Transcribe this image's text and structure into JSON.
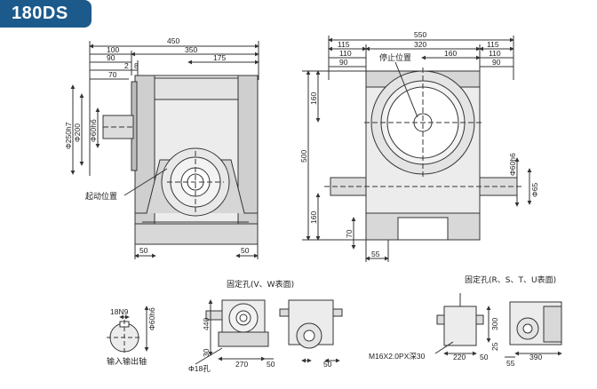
{
  "title": "180DS",
  "colors": {
    "badge": "#1c5a8c",
    "line": "#333333",
    "body_fill": "#ededed",
    "shade_fill": "#cfcfcf"
  },
  "front_view": {
    "top_dims": [
      "450",
      "350",
      "100",
      "175",
      "90",
      "2",
      "8",
      "70"
    ],
    "side_dims": [
      "Φ250h7",
      "Φ200",
      "Φ60h6"
    ],
    "bottom_dims": [
      "50",
      "50"
    ],
    "label_start": "起动位置"
  },
  "side_view": {
    "top_dims": [
      "550",
      "115",
      "320",
      "115",
      "110",
      "160",
      "110",
      "90",
      "90"
    ],
    "label_stop": "停止位置",
    "left_dims": [
      "160",
      "500",
      "160",
      "70"
    ],
    "right_dims": [
      "Φ60h6",
      "Φ65"
    ],
    "bottom_dims": [
      "55"
    ]
  },
  "shaft_detail": {
    "dims": [
      "18N9",
      "Φ60h6"
    ],
    "label": "输入输出轴"
  },
  "vw_view": {
    "label": "固定孔(V、W表面)",
    "dims": [
      "440",
      "30",
      "270",
      "50",
      "Φ18孔",
      "50"
    ]
  },
  "rst_view": {
    "label": "固定孔(R、S、T、U表面)",
    "dims": [
      "300",
      "25",
      "220",
      "50",
      "390",
      "55"
    ],
    "thread_label": "M16X2.0PX深30"
  }
}
